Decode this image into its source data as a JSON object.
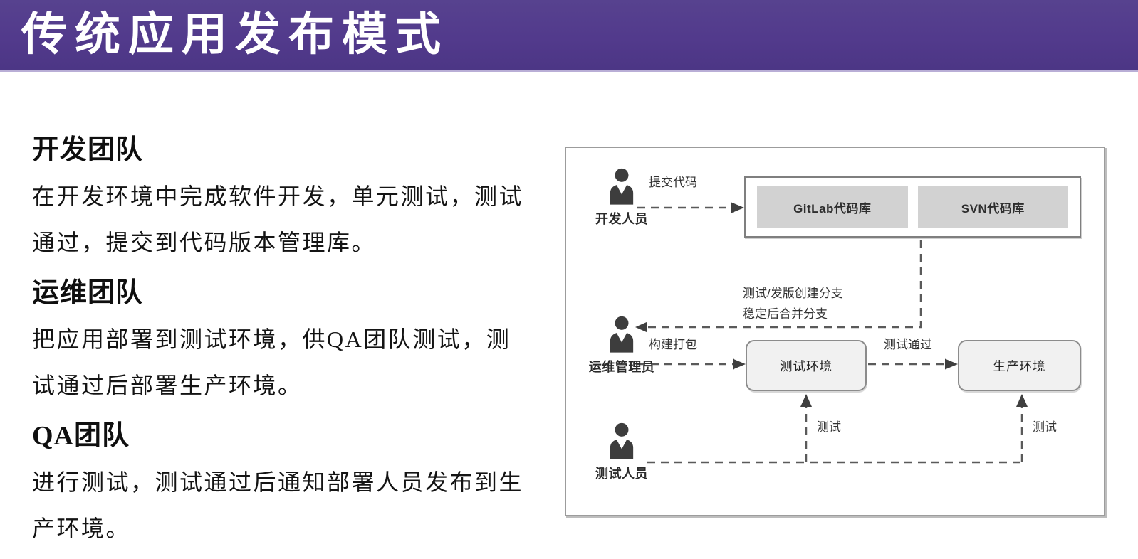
{
  "slide": {
    "title": "传统应用发布模式"
  },
  "sections": [
    {
      "heading": "开发团队",
      "body": "在开发环境中完成软件开发，单元测试，测试通过，提交到代码版本管理库。"
    },
    {
      "heading": "运维团队",
      "body": "把应用部署到测试环境，供QA团队测试，测试通过后部署生产环境。"
    },
    {
      "heading": "QA团队",
      "body": "进行测试，测试通过后通知部署人员发布到生产环境。"
    }
  ],
  "diagram": {
    "actors": {
      "developer": "开发人员",
      "ops_admin": "运维管理员",
      "tester": "测试人员"
    },
    "repos": {
      "gitlab": "GitLab代码库",
      "svn": "SVN代码库"
    },
    "environments": {
      "test": "测试环境",
      "production": "生产环境"
    },
    "edges": {
      "submit_code": "提交代码",
      "branch_create": "测试/发版创建分支",
      "branch_merge": "稳定后合并分支",
      "build_package": "构建打包",
      "test_passed": "测试通过",
      "test": "测试"
    },
    "colors": {
      "banner_purple": "#523a8c",
      "repo_gray": "#d2d2d2",
      "env_fill": "#f1f1f1",
      "connector_gray": "#5a5a5a"
    }
  }
}
